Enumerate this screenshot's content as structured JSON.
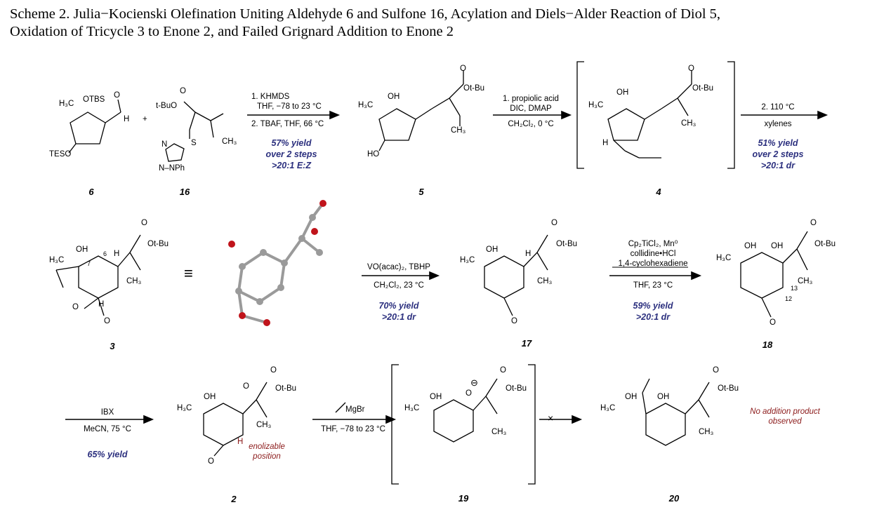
{
  "title": {
    "line1": "Scheme 2. Julia−Kocienski Olefination Uniting Aldehyde 6 and Sulfone 16, Acylation and Diels−Alder Reaction of Diol 5,",
    "line2": "Oxidation of Tricycle 3 to Enone 2, and Failed Grignard Addition to Enone 2"
  },
  "compounds": {
    "c6": "6",
    "c16": "16",
    "c5": "5",
    "c4": "4",
    "c3": "3",
    "c17": "17",
    "c18": "18",
    "c2": "2",
    "c19": "19",
    "c20": "20"
  },
  "steps": {
    "s1": {
      "l1": "1. KHMDS",
      "l2": "THF, −78 to 23 °C",
      "l3": "2. TBAF, THF, 66 °C",
      "y1": "57% yield",
      "y2": "over 2 steps",
      "y3": ">20:1 E:Z"
    },
    "s2": {
      "l1": "1. propiolic acid",
      "l2": "DIC, DMAP",
      "l3": "CH₂Cl₂, 0 °C"
    },
    "s3": {
      "l1": "2. 110 °C",
      "l2": "xylenes",
      "y1": "51% yield",
      "y2": "over 2 steps",
      "y3": ">20:1 dr"
    },
    "s4": {
      "l1": "VO(acac)₂, TBHP",
      "l2": "CH₂Cl₂, 23 °C",
      "y1": "70% yield",
      "y2": ">20:1 dr"
    },
    "s5": {
      "l1": "Cp₂TiCl₂, Mn⁰",
      "l2": "collidine•HCl",
      "l3": "1,4-cyclohexadiene",
      "l4": "THF, 23 °C",
      "y1": "59% yield",
      "y2": ">20:1 dr"
    },
    "s6": {
      "l1": "IBX",
      "l2": "MeCN, 75 °C",
      "y1": "65% yield"
    },
    "s7": {
      "l1": "MgBr",
      "l2": "THF, −78 to 23 °C"
    }
  },
  "notes": {
    "enolizable1": "enolizable",
    "enolizable2": "position",
    "noadd1": "No addition product",
    "noadd2": "observed"
  },
  "atoms": {
    "h3c": "H₃C",
    "otbs": "OTBS",
    "o": "O",
    "h": "H",
    "teso": "TESO",
    "tbuo": "t-BuO",
    "s": "S",
    "ch3": "CH₃",
    "n": "N",
    "nph": "N–NPh",
    "oh": "OH",
    "ho": "HO",
    "otbu": "Ot-Bu",
    "n6": "6",
    "n7": "7",
    "n12": "12",
    "n13": "13",
    "plus": "+",
    "equiv": "≡",
    "minus": "⊖",
    "x": "×"
  },
  "colors": {
    "yield": "#2b2f7e",
    "note": "#8b1a1a",
    "oxygen_atom": "#c0141b",
    "carbon_atom": "#9a9a9a"
  }
}
